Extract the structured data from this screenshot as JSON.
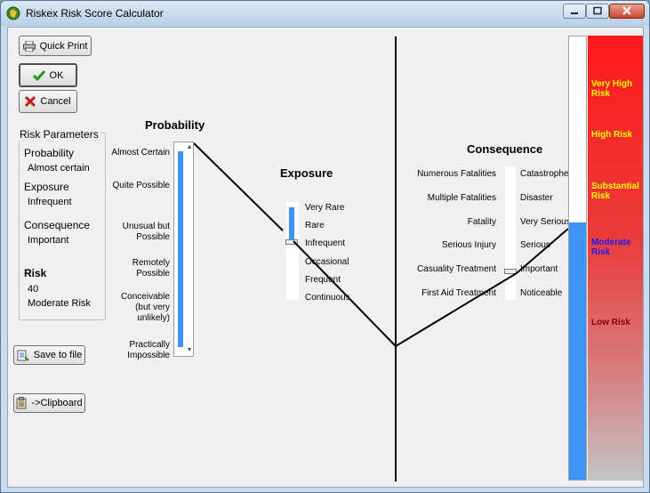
{
  "window": {
    "title": "Riskex Risk Score Calculator"
  },
  "buttons": {
    "quick_print": "Quick Print",
    "ok": "OK",
    "cancel": "Cancel",
    "save_to_file": "Save to file",
    "clipboard": "->Clipboard"
  },
  "risk_parameters": {
    "title": "Risk Parameters",
    "probability_label": "Probability",
    "probability_value": "Almost certain",
    "exposure_label": "Exposure",
    "exposure_value": "Infrequent",
    "consequence_label": "Consequence",
    "consequence_value": "Important",
    "risk_label": "Risk",
    "risk_score": "40",
    "risk_level": "Moderate Risk"
  },
  "probability": {
    "title": "Probability",
    "levels": [
      "Almost Certain",
      "Quite Possible",
      "Unusual but Possible",
      "Remotely Possible",
      "Conceivable (but very unlikely)",
      "Practically Impossible"
    ],
    "selected": "Almost Certain"
  },
  "exposure": {
    "title": "Exposure",
    "levels": [
      "Very Rare",
      "Rare",
      "Infrequent",
      "Occasional",
      "Frequent",
      "Continuous"
    ],
    "selected": "Infrequent"
  },
  "consequence": {
    "title": "Consequence",
    "left_labels": [
      "Numerous Fatalities",
      "Multiple Fatalities",
      "Fatality",
      "Serious Injury",
      "Casuality Treatment",
      "First Aid Treatment"
    ],
    "right_labels": [
      "Catastrophe",
      "Disaster",
      "Very Serious",
      "Serious",
      "Important",
      "Noticeable"
    ],
    "selected": "Important"
  },
  "risk_scale": {
    "levels": [
      "Very High Risk",
      "High Risk",
      "Substantial Risk",
      "Moderate Risk",
      "Low Risk"
    ],
    "level_colors": [
      "#ffff00",
      "#ffff00",
      "#ffff00",
      "#1a1aff",
      "#8b0000"
    ],
    "current_level": "Moderate Risk",
    "fill_fraction": 0.58
  },
  "colors": {
    "slider_fill": "#3d94f6",
    "risk_top": "#ff1a1a",
    "risk_bottom": "#c4c4c4"
  }
}
